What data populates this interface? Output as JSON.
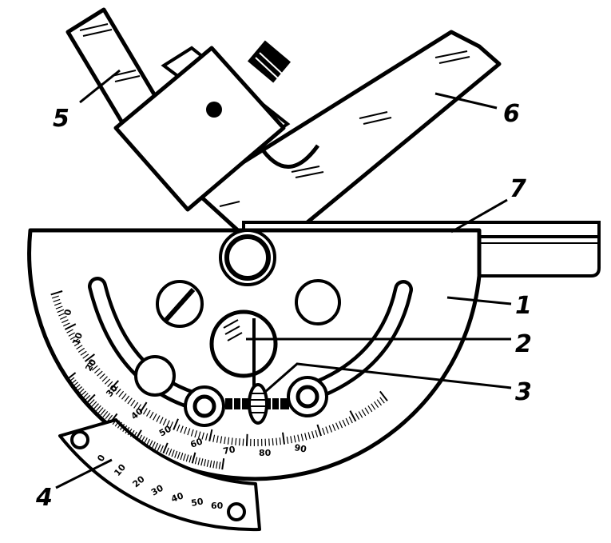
{
  "diagram": {
    "callouts": [
      {
        "id": "c1",
        "text": "1"
      },
      {
        "id": "c2",
        "text": "2"
      },
      {
        "id": "c3",
        "text": "3"
      },
      {
        "id": "c4",
        "text": "4"
      },
      {
        "id": "c5",
        "text": "5"
      },
      {
        "id": "c6",
        "text": "6"
      },
      {
        "id": "c7",
        "text": "7"
      }
    ],
    "main_scale_labels": [
      "0",
      "10",
      "20",
      "30",
      "40",
      "50",
      "60",
      "70",
      "80",
      "90"
    ],
    "vernier_labels": [
      "0",
      "10",
      "20",
      "30",
      "40",
      "50",
      "60"
    ],
    "ink_color": "#000000",
    "paper_color": "#ffffff"
  }
}
